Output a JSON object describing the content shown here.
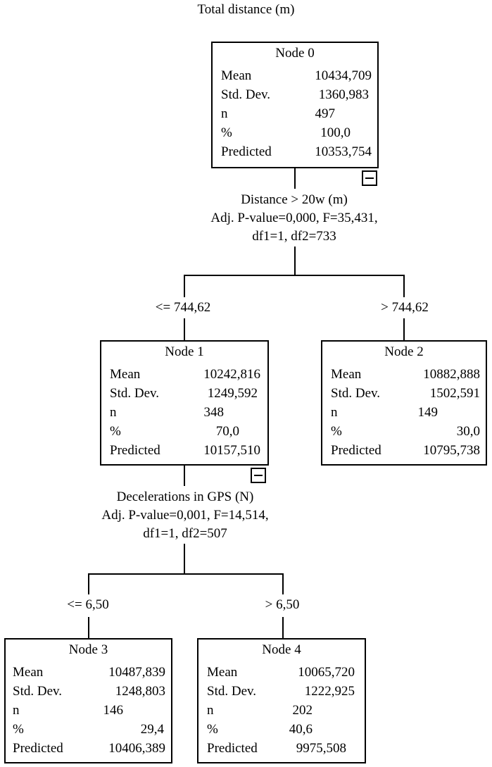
{
  "title": "Total distance (m)",
  "nodes": {
    "n0": {
      "title": "Node 0",
      "mean_label": "Mean",
      "mean": "10434,709",
      "sd_label": "Std. Dev.",
      "sd": "1360,983",
      "n_label": "n",
      "n": "497",
      "pct_label": "%",
      "pct": "100,0",
      "pred_label": "Predicted",
      "pred": "10353,754"
    },
    "n1": {
      "title": "Node 1",
      "mean_label": "Mean",
      "mean": "10242,816",
      "sd_label": "Std. Dev.",
      "sd": "1249,592",
      "n_label": "n",
      "n": "348",
      "pct_label": "%",
      "pct": "70,0",
      "pred_label": "Predicted",
      "pred": "10157,510"
    },
    "n2": {
      "title": "Node 2",
      "mean_label": "Mean",
      "mean": "10882,888",
      "sd_label": "Std. Dev.",
      "sd": "1502,591",
      "n_label": "n",
      "n": "149",
      "pct_label": "%",
      "pct": "30,0",
      "pred_label": "Predicted",
      "pred": "10795,738"
    },
    "n3": {
      "title": "Node 3",
      "mean_label": "Mean",
      "mean": "10487,839",
      "sd_label": "Std. Dev.",
      "sd": "1248,803",
      "n_label": "n",
      "n": "146",
      "pct_label": "%",
      "pct": "29,4",
      "pred_label": "Predicted",
      "pred": "10406,389"
    },
    "n4": {
      "title": "Node 4",
      "mean_label": "Mean",
      "mean": "10065,720",
      "sd_label": "Std. Dev.",
      "sd": "1222,925",
      "n_label": "n",
      "n": "202",
      "pct_label": "%",
      "pct": "40,6",
      "pred_label": "Predicted",
      "pred": "9975,508"
    }
  },
  "splits": {
    "s0": {
      "variable": "Distance > 20w (m)",
      "stats": "Adj. P-value=0,000, F=35,431,",
      "df": "df1=1, df2=733"
    },
    "s1": {
      "variable": "Decelerations in GPS (N)",
      "stats": "Adj. P-value=0,001, F=14,514,",
      "df": "df1=1, df2=507"
    }
  },
  "branches": {
    "b1": "<= 744,62",
    "b2": "> 744,62",
    "b3": "<= 6,50",
    "b4": "> 6,50"
  }
}
